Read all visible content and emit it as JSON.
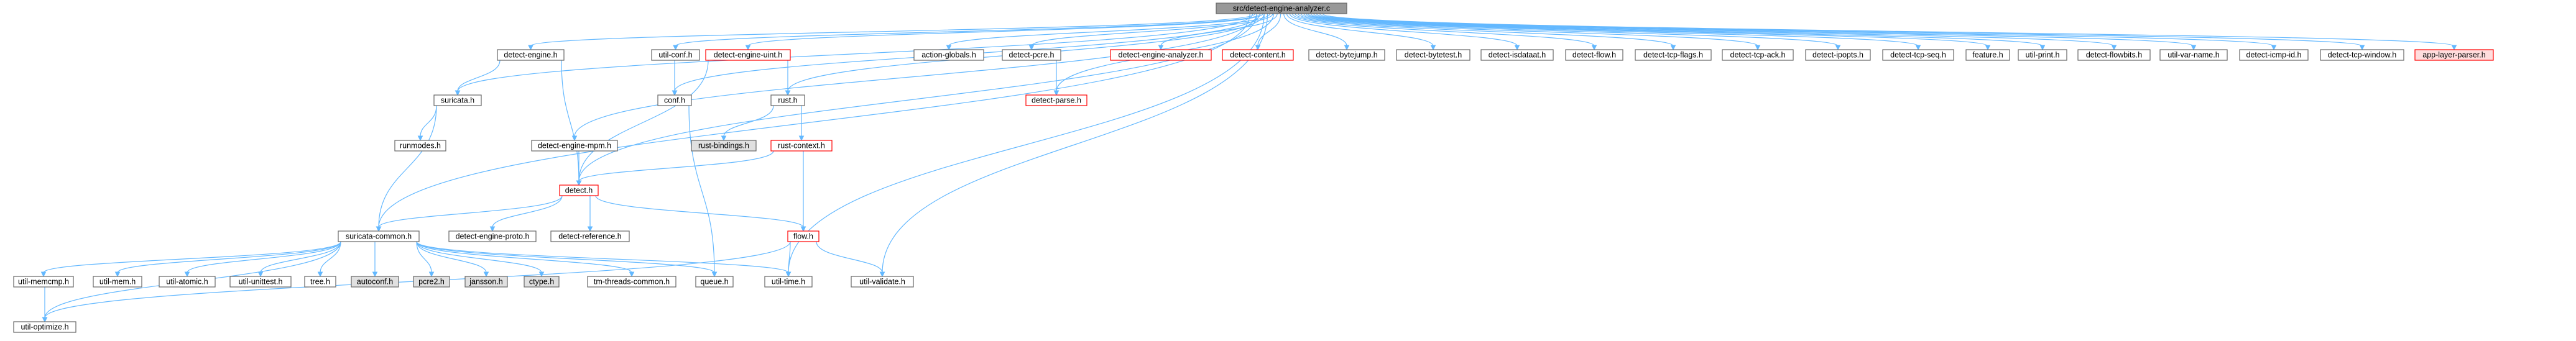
{
  "graph": {
    "nodes": [
      {
        "id": "root",
        "label": "src/detect-engine-analyzer.c",
        "style": "root"
      },
      {
        "id": "detect-engine.h",
        "label": "detect-engine.h",
        "style": "normal"
      },
      {
        "id": "util-conf.h",
        "label": "util-conf.h",
        "style": "normal"
      },
      {
        "id": "detect-engine-uint.h",
        "label": "detect-engine-uint.h",
        "style": "missing"
      },
      {
        "id": "action-globals.h",
        "label": "action-globals.h",
        "style": "normal"
      },
      {
        "id": "detect-pcre.h",
        "label": "detect-pcre.h",
        "style": "normal"
      },
      {
        "id": "detect-engine-analyzer.h",
        "label": "detect-engine-analyzer.h",
        "style": "missing"
      },
      {
        "id": "detect-content.h",
        "label": "detect-content.h",
        "style": "missing"
      },
      {
        "id": "detect-bytejump.h",
        "label": "detect-bytejump.h",
        "style": "normal"
      },
      {
        "id": "detect-bytetest.h",
        "label": "detect-bytetest.h",
        "style": "normal"
      },
      {
        "id": "detect-isdataat.h",
        "label": "detect-isdataat.h",
        "style": "normal"
      },
      {
        "id": "detect-flow.h",
        "label": "detect-flow.h",
        "style": "normal"
      },
      {
        "id": "detect-tcp-flags.h",
        "label": "detect-tcp-flags.h",
        "style": "normal"
      },
      {
        "id": "detect-tcp-ack.h",
        "label": "detect-tcp-ack.h",
        "style": "normal"
      },
      {
        "id": "detect-ipopts.h",
        "label": "detect-ipopts.h",
        "style": "normal"
      },
      {
        "id": "detect-tcp-seq.h",
        "label": "detect-tcp-seq.h",
        "style": "normal"
      },
      {
        "id": "feature.h",
        "label": "feature.h",
        "style": "normal"
      },
      {
        "id": "util-print.h",
        "label": "util-print.h",
        "style": "normal"
      },
      {
        "id": "detect-flowbits.h",
        "label": "detect-flowbits.h",
        "style": "normal"
      },
      {
        "id": "util-var-name.h",
        "label": "util-var-name.h",
        "style": "normal"
      },
      {
        "id": "detect-icmp-id.h",
        "label": "detect-icmp-id.h",
        "style": "normal"
      },
      {
        "id": "detect-tcp-window.h",
        "label": "detect-tcp-window.h",
        "style": "normal"
      },
      {
        "id": "app-layer-parser.h",
        "label": "app-layer-parser.h",
        "style": "missing-fill"
      },
      {
        "id": "suricata.h",
        "label": "suricata.h",
        "style": "normal"
      },
      {
        "id": "conf.h",
        "label": "conf.h",
        "style": "normal"
      },
      {
        "id": "rust.h",
        "label": "rust.h",
        "style": "normal"
      },
      {
        "id": "detect-parse.h",
        "label": "detect-parse.h",
        "style": "missing"
      },
      {
        "id": "runmodes.h",
        "label": "runmodes.h",
        "style": "normal"
      },
      {
        "id": "detect-engine-mpm.h",
        "label": "detect-engine-mpm.h",
        "style": "normal"
      },
      {
        "id": "rust-bindings.h",
        "label": "rust-bindings.h",
        "style": "grey"
      },
      {
        "id": "rust-context.h",
        "label": "rust-context.h",
        "style": "missing"
      },
      {
        "id": "detect.h",
        "label": "detect.h",
        "style": "missing"
      },
      {
        "id": "suricata-common.h",
        "label": "suricata-common.h",
        "style": "normal"
      },
      {
        "id": "detect-engine-proto.h",
        "label": "detect-engine-proto.h",
        "style": "normal"
      },
      {
        "id": "detect-reference.h",
        "label": "detect-reference.h",
        "style": "normal"
      },
      {
        "id": "flow.h",
        "label": "flow.h",
        "style": "missing"
      },
      {
        "id": "util-memcmp.h",
        "label": "util-memcmp.h",
        "style": "normal"
      },
      {
        "id": "util-mem.h",
        "label": "util-mem.h",
        "style": "normal"
      },
      {
        "id": "util-atomic.h",
        "label": "util-atomic.h",
        "style": "normal"
      },
      {
        "id": "util-unittest.h",
        "label": "util-unittest.h",
        "style": "normal"
      },
      {
        "id": "tree.h",
        "label": "tree.h",
        "style": "normal"
      },
      {
        "id": "autoconf.h",
        "label": "autoconf.h",
        "style": "grey"
      },
      {
        "id": "pcre2.h",
        "label": "pcre2.h",
        "style": "grey"
      },
      {
        "id": "jansson.h",
        "label": "jansson.h",
        "style": "grey"
      },
      {
        "id": "ctype.h",
        "label": "ctype.h",
        "style": "grey"
      },
      {
        "id": "tm-threads-common.h",
        "label": "tm-threads-common.h",
        "style": "normal"
      },
      {
        "id": "queue.h",
        "label": "queue.h",
        "style": "normal"
      },
      {
        "id": "util-time.h",
        "label": "util-time.h",
        "style": "normal"
      },
      {
        "id": "util-validate.h",
        "label": "util-validate.h",
        "style": "normal"
      },
      {
        "id": "util-optimize.h",
        "label": "util-optimize.h",
        "style": "normal"
      }
    ],
    "edges": [
      [
        "root",
        "detect-engine.h"
      ],
      [
        "root",
        "util-conf.h"
      ],
      [
        "root",
        "detect-engine-uint.h"
      ],
      [
        "root",
        "action-globals.h"
      ],
      [
        "root",
        "detect-pcre.h"
      ],
      [
        "root",
        "detect-engine-analyzer.h"
      ],
      [
        "root",
        "detect-content.h"
      ],
      [
        "root",
        "detect-bytejump.h"
      ],
      [
        "root",
        "detect-bytetest.h"
      ],
      [
        "root",
        "detect-isdataat.h"
      ],
      [
        "root",
        "detect-flow.h"
      ],
      [
        "root",
        "detect-tcp-flags.h"
      ],
      [
        "root",
        "detect-tcp-ack.h"
      ],
      [
        "root",
        "detect-ipopts.h"
      ],
      [
        "root",
        "detect-tcp-seq.h"
      ],
      [
        "root",
        "feature.h"
      ],
      [
        "root",
        "util-print.h"
      ],
      [
        "root",
        "detect-flowbits.h"
      ],
      [
        "root",
        "util-var-name.h"
      ],
      [
        "root",
        "detect-icmp-id.h"
      ],
      [
        "root",
        "detect-tcp-window.h"
      ],
      [
        "root",
        "app-layer-parser.h"
      ],
      [
        "root",
        "suricata-common.h"
      ],
      [
        "root",
        "suricata.h"
      ],
      [
        "root",
        "conf.h"
      ],
      [
        "root",
        "rust.h"
      ],
      [
        "root",
        "detect-engine-mpm.h"
      ],
      [
        "root",
        "detect.h"
      ],
      [
        "root",
        "detect-parse.h"
      ],
      [
        "root",
        "util-time.h"
      ],
      [
        "root",
        "util-validate.h"
      ],
      [
        "detect-engine.h",
        "suricata.h"
      ],
      [
        "detect-engine.h",
        "detect.h"
      ],
      [
        "util-conf.h",
        "conf.h"
      ],
      [
        "detect-engine-uint.h",
        "rust.h"
      ],
      [
        "detect-engine-uint.h",
        "detect.h"
      ],
      [
        "detect-pcre.h",
        "detect-parse.h"
      ],
      [
        "suricata.h",
        "runmodes.h"
      ],
      [
        "suricata.h",
        "suricata-common.h"
      ],
      [
        "conf.h",
        "queue.h"
      ],
      [
        "rust.h",
        "rust-bindings.h"
      ],
      [
        "rust.h",
        "rust-context.h"
      ],
      [
        "detect-engine-mpm.h",
        "detect.h"
      ],
      [
        "rust-context.h",
        "detect.h"
      ],
      [
        "rust-context.h",
        "flow.h"
      ],
      [
        "detect.h",
        "suricata-common.h"
      ],
      [
        "detect.h",
        "detect-engine-proto.h"
      ],
      [
        "detect.h",
        "detect-reference.h"
      ],
      [
        "detect.h",
        "flow.h"
      ],
      [
        "suricata-common.h",
        "util-memcmp.h"
      ],
      [
        "suricata-common.h",
        "util-mem.h"
      ],
      [
        "suricata-common.h",
        "util-atomic.h"
      ],
      [
        "suricata-common.h",
        "util-unittest.h"
      ],
      [
        "suricata-common.h",
        "tree.h"
      ],
      [
        "suricata-common.h",
        "autoconf.h"
      ],
      [
        "suricata-common.h",
        "pcre2.h"
      ],
      [
        "suricata-common.h",
        "jansson.h"
      ],
      [
        "suricata-common.h",
        "ctype.h"
      ],
      [
        "suricata-common.h",
        "tm-threads-common.h"
      ],
      [
        "suricata-common.h",
        "queue.h"
      ],
      [
        "suricata-common.h",
        "util-time.h"
      ],
      [
        "suricata-common.h",
        "util-optimize.h"
      ],
      [
        "util-memcmp.h",
        "util-optimize.h"
      ],
      [
        "flow.h",
        "util-time.h"
      ],
      [
        "flow.h",
        "util-validate.h"
      ],
      [
        "flow.h",
        "util-optimize.h"
      ]
    ]
  },
  "colors": {
    "edge": "#63b8ff",
    "node_border": "#666666",
    "missing_border": "#ff0000",
    "root_fill": "#999999",
    "grey_fill": "#e0e0e0",
    "missing_fill": "#ffdddd",
    "node_fill": "#ffffff"
  }
}
